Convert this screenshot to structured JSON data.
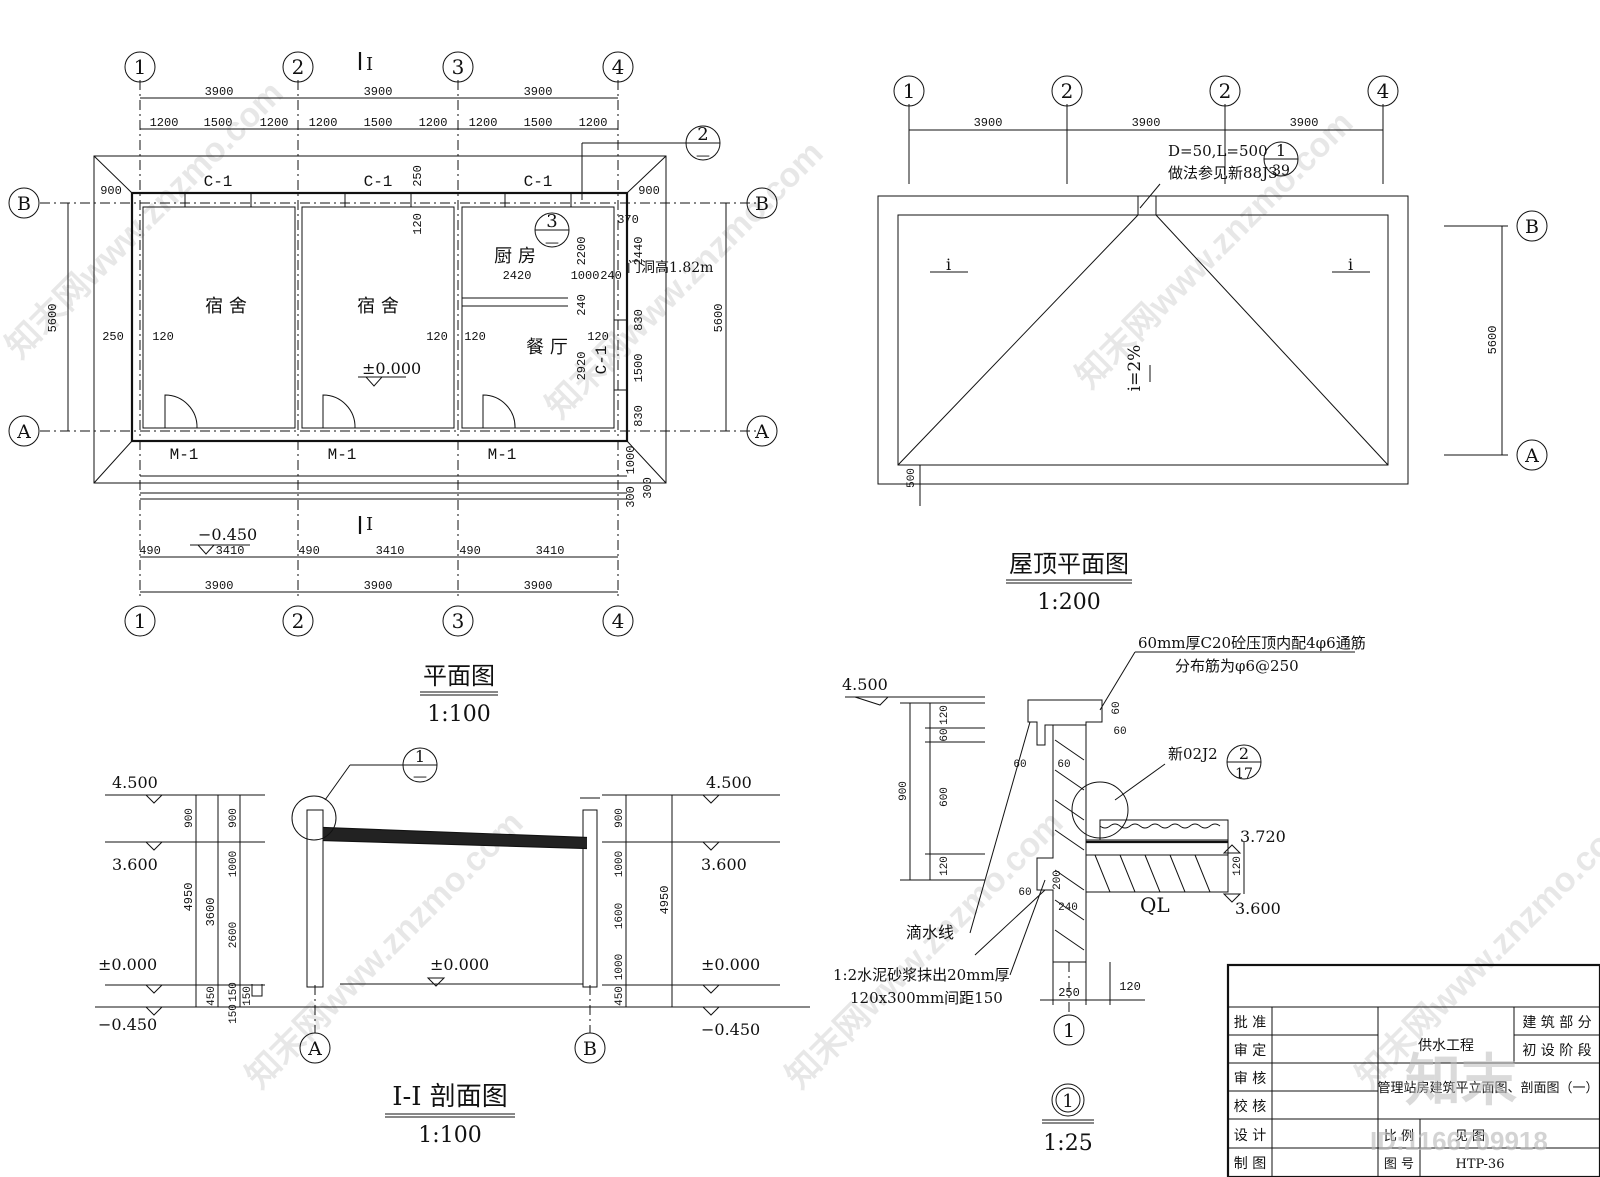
{
  "plan": {
    "title": "平面图",
    "scale": "1:100",
    "axes_num": [
      "1",
      "2",
      "3",
      "4"
    ],
    "axes_letter": [
      "A",
      "B"
    ],
    "dim_bays": [
      "3900",
      "3900",
      "3900"
    ],
    "dim_windows": [
      "1200",
      "1500",
      "1200",
      "1200",
      "1500",
      "1200",
      "1200",
      "1500",
      "1200"
    ],
    "dim_bottom": [
      "490",
      "3410",
      "490",
      "3410",
      "490",
      "3410"
    ],
    "dim_depth": "5600",
    "dim_left_b": "900",
    "dim_right_b": "900",
    "dim_wall_250": "250",
    "dim_wall_120": "120",
    "dim_misc": [
      "250",
      "120",
      "370",
      "2200",
      "2440",
      "2420",
      "1000",
      "240",
      "240",
      "830",
      "1500",
      "830",
      "120",
      "120",
      "120",
      "2920",
      "1000",
      "300",
      "300"
    ],
    "windows": [
      "C-1",
      "C-1",
      "C-1",
      "C-1"
    ],
    "doors": [
      "M-1",
      "M-1",
      "M-1"
    ],
    "rooms": [
      "宿 舍",
      "宿 舍",
      "厨 房",
      "餐 厅"
    ],
    "level_floor": "±0.000",
    "level_ground": "−0.450",
    "door_note": "门洞高1.82m",
    "section_mark": "I",
    "callout_2": "2",
    "callout_3": "3",
    "callout_dash": "—"
  },
  "roof": {
    "title": "屋顶平面图",
    "scale": "1:200",
    "axes_num": [
      "1",
      "2",
      "2",
      "4"
    ],
    "axes_letter": [
      "B",
      "A"
    ],
    "dim_bays": [
      "3900",
      "3900",
      "3900"
    ],
    "dim_depth": "5600",
    "dim_edge": "500",
    "drain_note_1": "D=50,L=500",
    "drain_note_2": "做法参见新88J3",
    "ref_top": "1",
    "ref_bot": "39",
    "slope": "i=2%",
    "slope_mark": "i"
  },
  "section": {
    "title": "I-I 剖面图",
    "scale": "1:100",
    "levels": [
      "4.500",
      "3.600",
      "±0.000",
      "−0.450",
      "4.500",
      "3.600",
      "±0.000",
      "−0.450"
    ],
    "level_center": "±0.000",
    "dims_left_total": [
      "4950",
      "3600"
    ],
    "dims_left_parts": [
      "900",
      "1000",
      "2600",
      "450",
      "150",
      "150",
      "150",
      "900"
    ],
    "dims_right_parts": [
      "900",
      "1000",
      "1600",
      "1000",
      "450"
    ],
    "dims_right_total": "4950",
    "axes": [
      "A",
      "B"
    ],
    "callout": "1",
    "callout_dash": "—"
  },
  "detail": {
    "scale": "1:25",
    "id": "1",
    "levels": [
      "4.500",
      "3.720",
      "3.600"
    ],
    "note_top_1": "60mm厚C20砼压顶内配4φ6通筋",
    "note_top_2": "分布筋为φ6@250",
    "ref_text": "新02J2",
    "ref_top": "2",
    "ref_bot": "17",
    "drip": "滴水线",
    "mortar_1": "1:2水泥砂浆抹出20mm厚",
    "mortar_2": "120x300mm间距150",
    "beam": "QL",
    "dims": [
      "120",
      "60",
      "600",
      "120",
      "900",
      "60",
      "60",
      "60",
      "60",
      "200",
      "60",
      "240",
      "120",
      "250",
      "120"
    ]
  },
  "titleblock": {
    "rows": [
      "批 准",
      "审 定",
      "审 核",
      "校 核",
      "设 计",
      "制 图"
    ],
    "project": "供水工程",
    "drawing_name": "管理站房建筑平立面图、剖面图（一）",
    "discipline": "建 筑 部 分",
    "stage": "初 设 阶 段",
    "scale_label": "比 例",
    "scale_value": "见 图",
    "number_label": "图 号",
    "number_value": "HTP-36"
  },
  "watermark": {
    "site": "知末网www.znzmo.com",
    "logo": "知末",
    "id": "ID:1166709918"
  }
}
